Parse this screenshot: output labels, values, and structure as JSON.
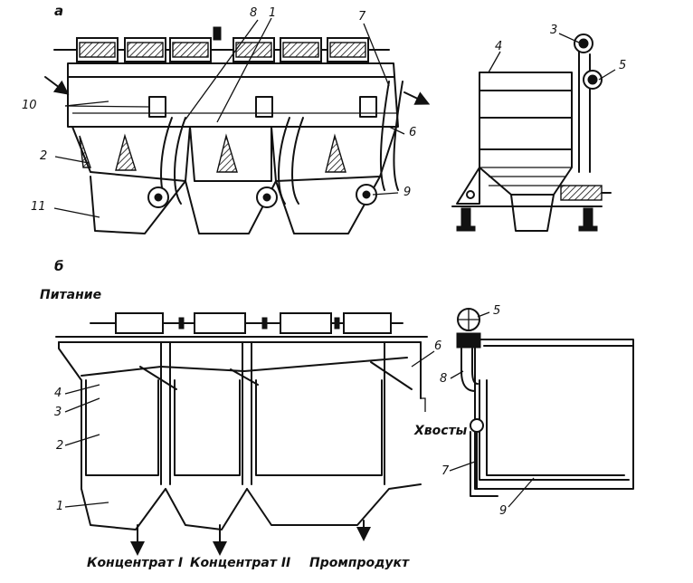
{
  "views": {
    "a": "а",
    "b": "б"
  },
  "labels_a": {
    "n1": "1",
    "n2": "2",
    "n3": "3",
    "n4": "4",
    "n5": "5",
    "n6": "6",
    "n7": "7",
    "n8": "8",
    "n9": "9",
    "n10": "10",
    "n11": "11"
  },
  "labels_b": {
    "n1": "1",
    "n2": "2",
    "n3": "3",
    "n4": "4",
    "n5": "5",
    "n6": "6",
    "n7": "7",
    "n8": "8",
    "n9": "9",
    "feed": "Питание",
    "tailings": "Хвосты",
    "concentrate1": "Концентрат I",
    "concentrate2": "Концентрат II",
    "middlings": "Промпродукт"
  }
}
